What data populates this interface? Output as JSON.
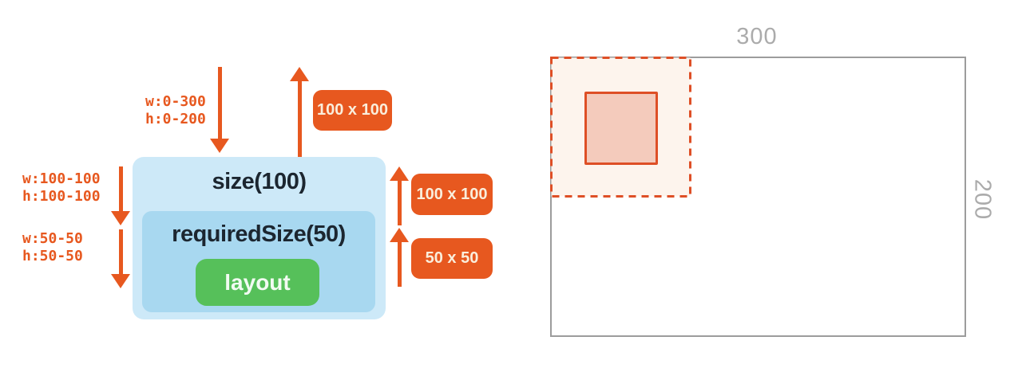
{
  "colors": {
    "orange": "#E7581F",
    "badge_text": "#FAEEDC",
    "size_box_fill": "#CDE9F8",
    "required_size_box_fill": "#A8D8F0",
    "layout_box_fill": "#56C05A",
    "layout_text": "#F2FBF2",
    "dark_text": "#1C2630",
    "dimension_text": "#ABABAB",
    "canvas_border": "#9C9C9C",
    "constraint_region_border": "#DE4F26",
    "constraint_region_fill": "#FDF4ED",
    "measured_square_border": "#DE4F26",
    "measured_square_fill": "#F4CBBC"
  },
  "modifier_chain": {
    "incoming_constraints": [
      "w:0-300",
      "h:0-200"
    ],
    "measured_size_badge": "100 x 100",
    "size_modifier": {
      "label": "size(100)",
      "constraints": [
        "w:100-100",
        "h:100-100"
      ],
      "result_badge": "100 x 100"
    },
    "required_size_modifier": {
      "label": "requiredSize(50)",
      "constraints": [
        "w:50-50",
        "h:50-50"
      ],
      "result_badge": "50 x 50"
    },
    "layout_label": "layout"
  },
  "result_canvas": {
    "width_label": "300",
    "height_label": "200"
  }
}
